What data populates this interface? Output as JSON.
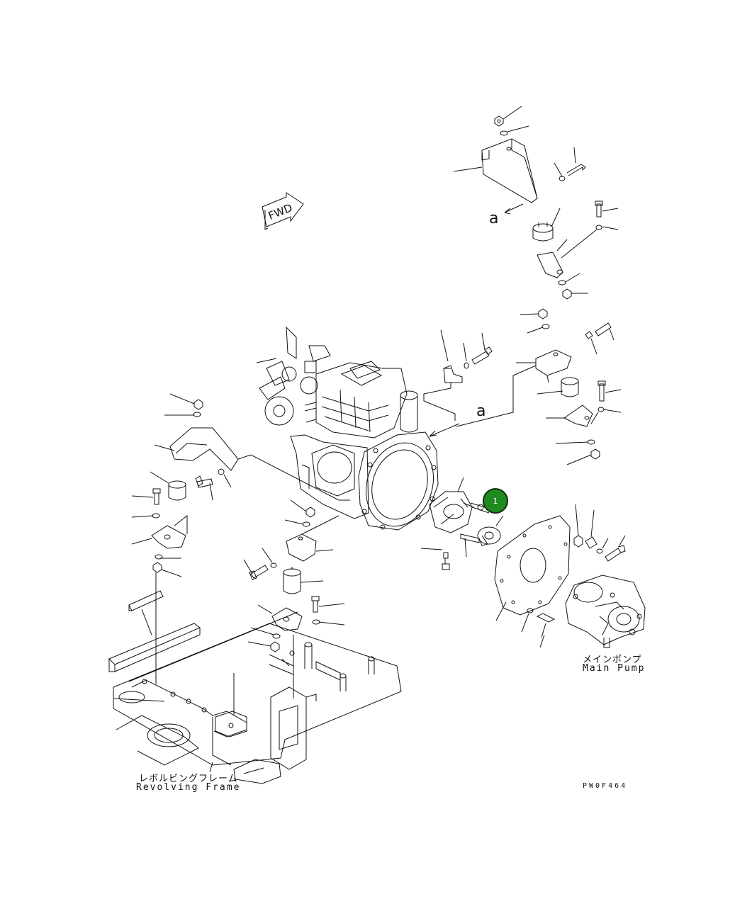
{
  "callout": {
    "number": "1",
    "color": "#1f8a1f"
  },
  "labels": {
    "main_pump_jp": "メインポンプ",
    "main_pump_en": "Main Pump",
    "revolving_frame_jp": "レボルビングフレーム",
    "revolving_frame_en": "Revolving Frame",
    "drawing_code": "PW0F464",
    "view_ref_upper": "a",
    "view_ref_lower": "a",
    "fwd": "FWD"
  },
  "icons": {
    "fwd_arrow": "fwd-arrow-icon",
    "callout": "callout-circle-icon"
  }
}
